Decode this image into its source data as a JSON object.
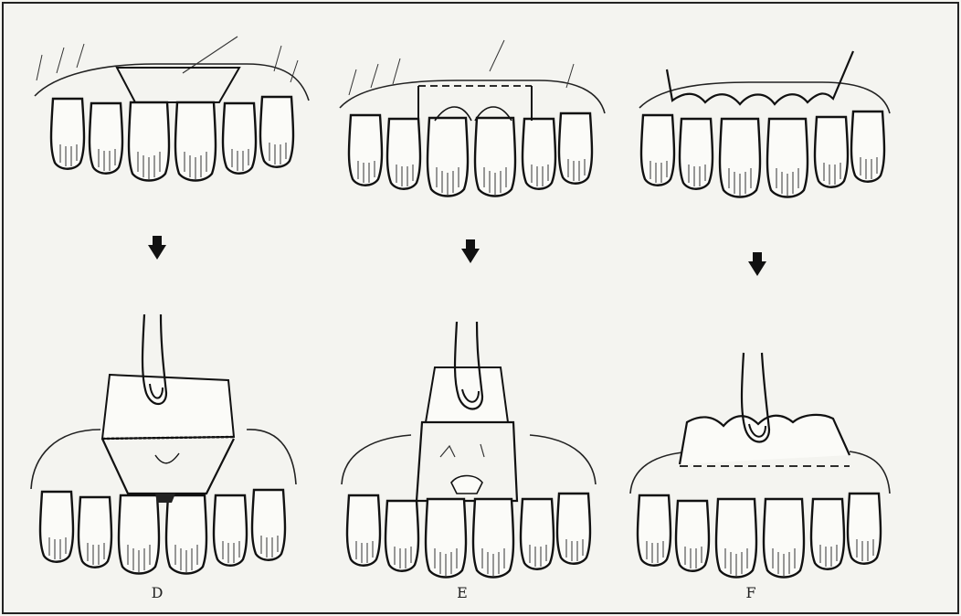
{
  "figure": {
    "panels": [
      {
        "id": "panel-d",
        "label": "D",
        "incision": "triangular"
      },
      {
        "id": "panel-e",
        "label": "E",
        "incision": "rectangular"
      },
      {
        "id": "panel-f",
        "label": "F",
        "incision": "scalloped"
      }
    ],
    "colors": {
      "ink": "#111111",
      "paper": "#f4f4f0",
      "tooth_fill": "#fbfbf8"
    }
  }
}
